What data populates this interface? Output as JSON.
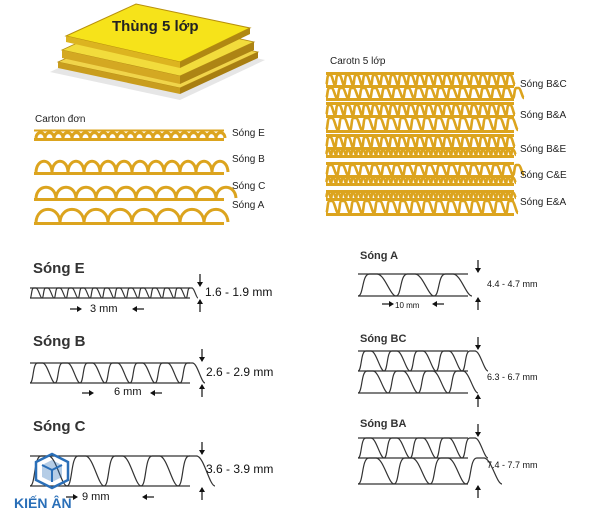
{
  "header_card": {
    "title": "Thùng 5 lớp"
  },
  "single_wall": {
    "heading": "Carton đơn",
    "rows": [
      {
        "label": "Sóng E"
      },
      {
        "label": "Sóng B"
      },
      {
        "label": "Sóng C"
      },
      {
        "label": "Sóng A"
      }
    ]
  },
  "five_layer": {
    "heading": "Carotn 5 lớp",
    "rows": [
      {
        "label": "Sóng B&C"
      },
      {
        "label": "Sóng B&A"
      },
      {
        "label": "Sóng B&E"
      },
      {
        "label": "Sóng C&E"
      },
      {
        "label": "Sóng E&A"
      }
    ]
  },
  "profiles_left": [
    {
      "title": "Sóng E",
      "thickness": "1.6 - 1.9 mm",
      "pitch": "3 mm"
    },
    {
      "title": "Sóng B",
      "thickness": "2.6 - 2.9 mm",
      "pitch": "6 mm"
    },
    {
      "title": "Sóng C",
      "thickness": "3.6 - 3.9 mm",
      "pitch": "9 mm"
    }
  ],
  "profiles_right": [
    {
      "title": "Sóng A",
      "thickness": "4.4 - 4.7 mm",
      "pitch": "10 mm"
    },
    {
      "title": "Sóng BC",
      "thickness": "6.3 - 6.7 mm"
    },
    {
      "title": "Sóng BA",
      "thickness": "7.4 - 7.7 mm"
    }
  ],
  "logo": {
    "text": "KIẾN ÂN"
  },
  "colors": {
    "flute": "#dca41e",
    "flute_dark": "#b9821a",
    "card": "#f6e31a",
    "logo": "#2a6fb8"
  }
}
